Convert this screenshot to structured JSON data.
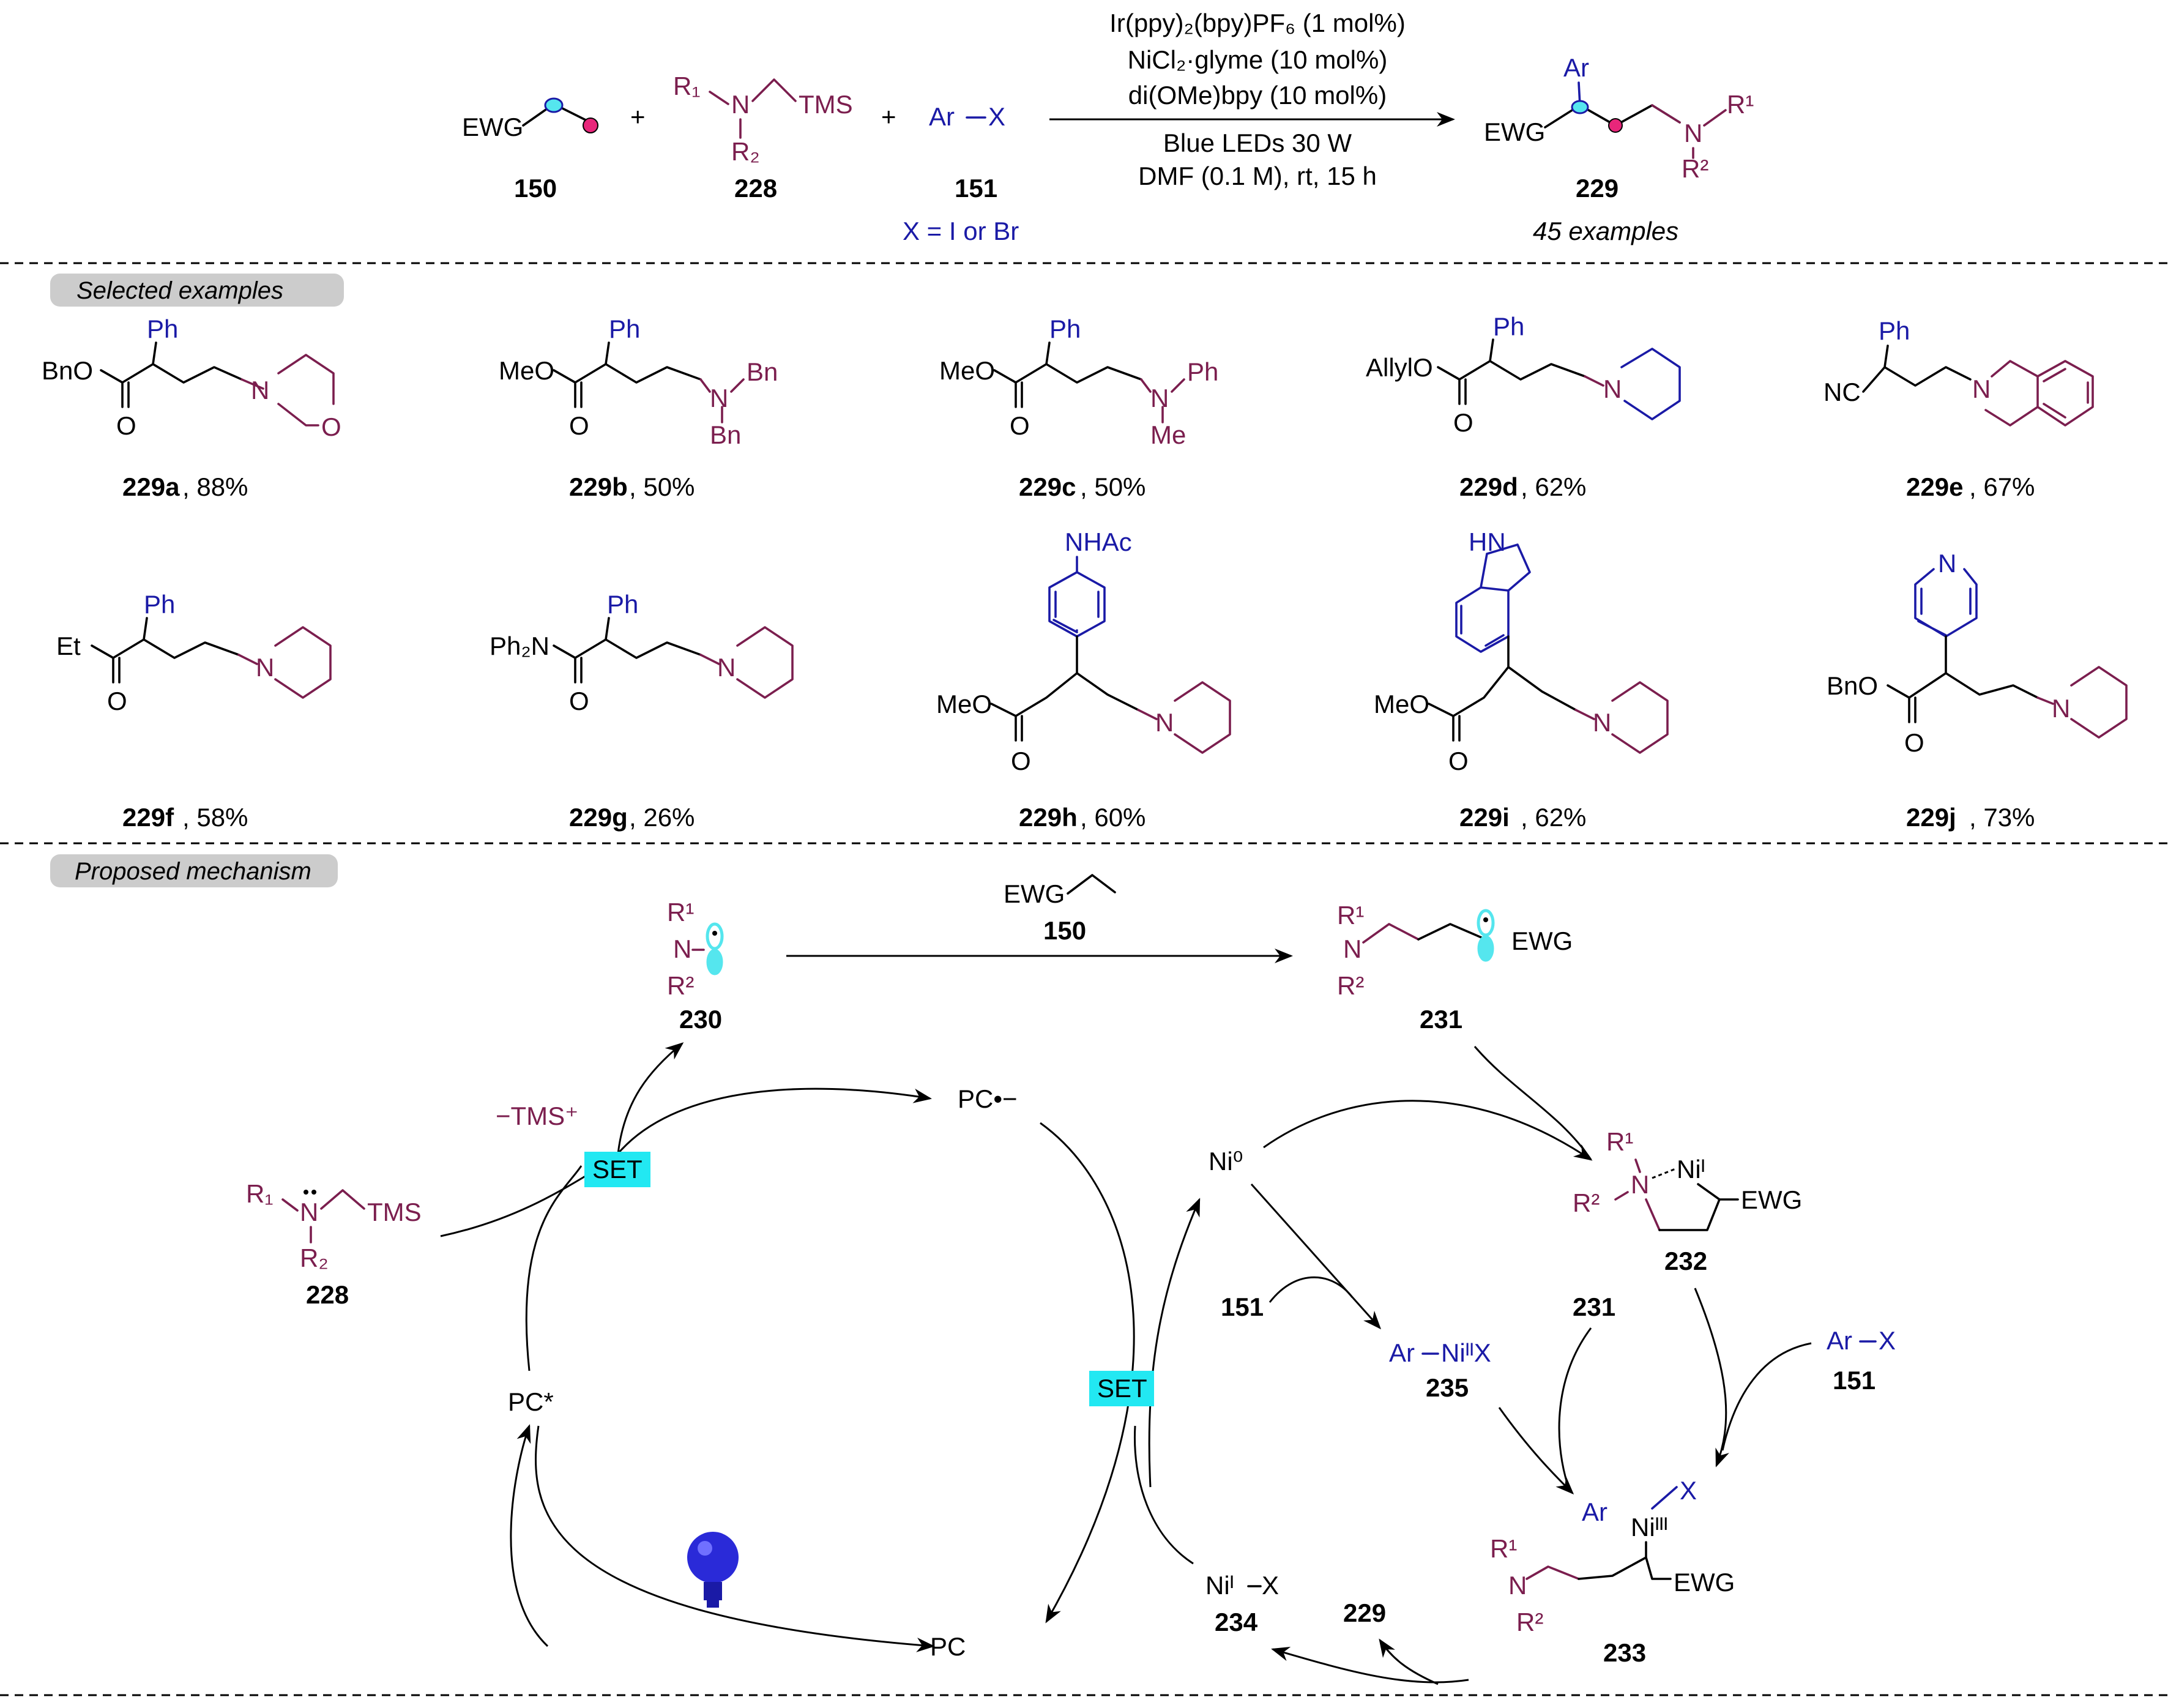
{
  "reaction": {
    "reactant1": {
      "label": "EWG",
      "number": "150"
    },
    "reactant2": {
      "r1": "R₁",
      "n": "N",
      "tms": "TMS",
      "r2": "R₂",
      "number": "228"
    },
    "reactant3": {
      "label": "Ar",
      "x": "X",
      "number": "151",
      "note": "X = I or Br"
    },
    "plus": "+",
    "conditions": {
      "catalyst": "Ir(ppy)₂(bpy)PF₆ (1 mol%)",
      "nickel": "NiCl₂·glyme (10 mol%)",
      "ligand": "di(OMe)bpy (10 mol%)",
      "light": "Blue LEDs 30 W",
      "solvent": "DMF (0.1 M), rt, 15 h"
    },
    "product": {
      "ar": "Ar",
      "ewg": "EWG",
      "n": "N",
      "r1": "R¹",
      "r2": "R²",
      "number": "229",
      "scope": "45 examples"
    }
  },
  "sections": {
    "examples": "Selected examples",
    "mechanism": "Proposed mechanism"
  },
  "examples": [
    {
      "id": "229a",
      "yield": ", 88%",
      "group": "BnO",
      "aryl": "Ph",
      "amine": "N",
      "amine_o": "O"
    },
    {
      "id": "229b",
      "yield": ", 50%",
      "group": "MeO",
      "aryl": "Ph",
      "amine": "N",
      "bn1": "Bn",
      "bn2": "Bn"
    },
    {
      "id": "229c",
      "yield": ", 50%",
      "group": "MeO",
      "aryl": "Ph",
      "amine": "N",
      "ph": "Ph",
      "me": "Me"
    },
    {
      "id": "229d",
      "yield": ", 62%",
      "group": "AllylO",
      "aryl": "Ph",
      "amine": "N"
    },
    {
      "id": "229e",
      "yield": ", 67%",
      "group": "NC",
      "aryl": "Ph",
      "amine": "N"
    },
    {
      "id": "229f",
      "yield": ", 58%",
      "group": "Et",
      "aryl": "Ph",
      "amine": "N"
    },
    {
      "id": "229g",
      "yield": ", 26%",
      "group": "Ph₂N",
      "aryl": "Ph",
      "amine": "N"
    },
    {
      "id": "229h",
      "yield": ", 60%",
      "group": "MeO",
      "aryl": "NHAc",
      "amine": "N"
    },
    {
      "id": "229i",
      "yield": ", 62%",
      "group": "MeO",
      "aryl": "HN",
      "amine": "N"
    },
    {
      "id": "229j",
      "yield": ", 73%",
      "group": "BnO",
      "aryl": "N",
      "amine": "N"
    }
  ],
  "carbonyl_o": "O",
  "mechanism": {
    "s230": {
      "r1": "R¹",
      "n": "N",
      "r2": "R²",
      "number": "230"
    },
    "s150": {
      "ewg": "EWG",
      "number": "150"
    },
    "s231": {
      "r1": "R¹",
      "n": "N",
      "r2": "R²",
      "ewg": "EWG",
      "number": "231"
    },
    "s228": {
      "r1": "R₁",
      "n": "N",
      "tms": "TMS",
      "r2": "R₂",
      "number": "228"
    },
    "tms_loss": "−TMS⁺",
    "set1": "SET",
    "set2": "SET",
    "pc_radical": "PC•−",
    "pc_star": "PC*",
    "pc": "PC",
    "ni0": "Ni⁰",
    "s232": {
      "r1": "R¹",
      "n": "N",
      "ni": "Niᴵ",
      "r2": "R²",
      "ewg": "EWG",
      "number": "232"
    },
    "s151a": "151",
    "s235": {
      "ar": "Ar",
      "ni": "NiᴵᴵX",
      "number": "235"
    },
    "s231b": "231",
    "s151b": {
      "ar": "Ar",
      "x": "X",
      "number": "151"
    },
    "s233": {
      "ar": "Ar",
      "x": "X",
      "ni": "Niᴵᴵᴵ",
      "r1": "R¹",
      "n": "N",
      "r2": "R²",
      "ewg": "EWG",
      "number": "233"
    },
    "s234": {
      "ni": "Niᴵ",
      "x": "X",
      "number": "234"
    },
    "s229": "229"
  },
  "colors": {
    "amine": "#7b1e4e",
    "aryl": "#1a1aa6",
    "set_box": "#22e8f2",
    "header_box": "#cccccc",
    "radical_cyan": "#55e6ee",
    "radical_pink": "#e8267a"
  }
}
